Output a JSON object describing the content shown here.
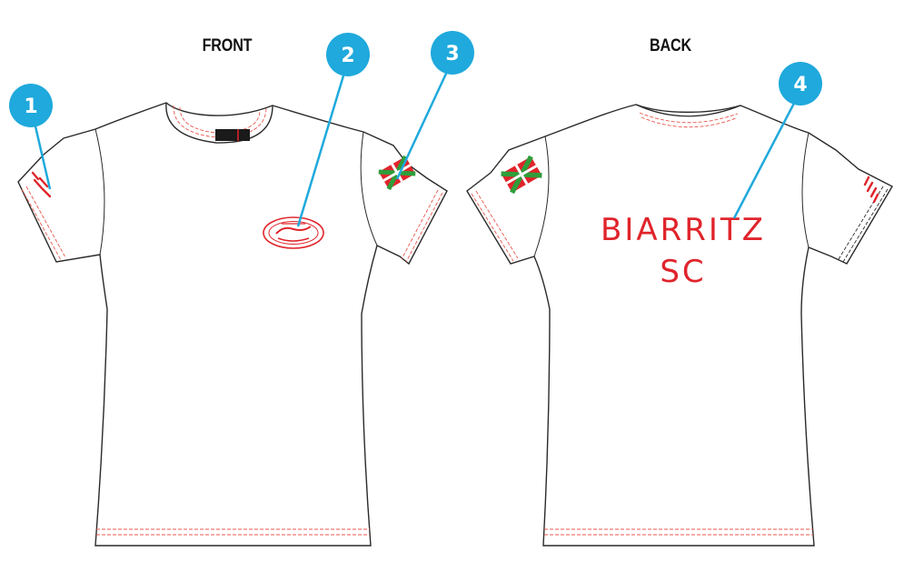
{
  "views": {
    "front_label": "FRONT",
    "back_label": "BACK"
  },
  "callouts": [
    {
      "number": "1",
      "target": "sleeve-brand-print"
    },
    {
      "number": "2",
      "target": "chest-oval-badge"
    },
    {
      "number": "3",
      "target": "sleeve-flag"
    },
    {
      "number": "4",
      "target": "back-text-print"
    }
  ],
  "back_print": {
    "line1": "BIARRITZ",
    "line2": "SC"
  },
  "colors": {
    "callout": "#1fa9dc",
    "print_red": "#e0242b",
    "flag_green": "#2f9e3a",
    "outline": "#2a2a2a",
    "stitch": "#e8574d"
  },
  "icons": {
    "sleeve_flag": "basque-flag-icon",
    "neck_label": "neck-label-icon",
    "chest_badge": "oval-logo-icon"
  }
}
